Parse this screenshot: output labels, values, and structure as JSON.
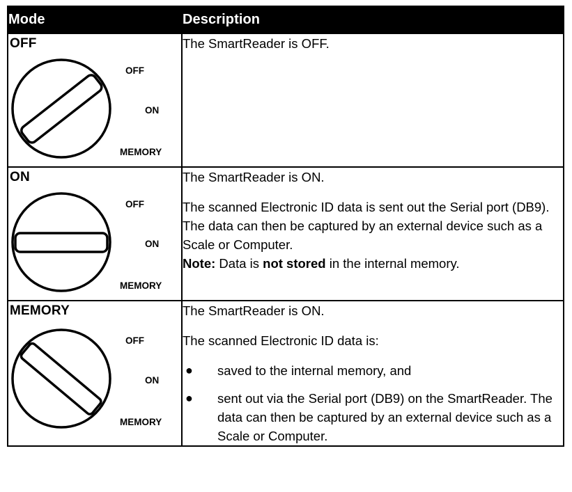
{
  "table": {
    "headers": {
      "mode": "Mode",
      "description": "Description"
    },
    "dial_labels": {
      "off": "OFF",
      "on": "ON",
      "memory": "MEMORY"
    },
    "rows": [
      {
        "mode": "OFF",
        "dial_name": "dial-switch-off",
        "dial_position": "OFF",
        "knob_angle_deg": -38,
        "paragraphs": [
          {
            "text": "The SmartReader is OFF."
          }
        ],
        "bullets": []
      },
      {
        "mode": "ON",
        "dial_name": "dial-switch-on",
        "dial_position": "ON",
        "knob_angle_deg": 0,
        "paragraphs": [
          {
            "text": "The SmartReader is ON."
          },
          {
            "text": "The scanned Electronic ID data is sent out the Serial port (DB9).  The data can then be captured by an external device such as a Scale or Computer."
          },
          {
            "prefix_bold": "Note:",
            "mid": " Data is ",
            "inline_bold": "not stored",
            "suffix": " in the internal memory."
          }
        ],
        "bullets": []
      },
      {
        "mode": "MEMORY",
        "dial_name": "dial-switch-memory",
        "dial_position": "MEMORY",
        "knob_angle_deg": 40,
        "paragraphs": [
          {
            "text": "The SmartReader is ON."
          },
          {
            "text": "The scanned Electronic ID data is:"
          }
        ],
        "bullets": [
          "saved to the internal memory, and",
          "sent out via the Serial port (DB9) on the SmartReader.  The data can then be captured by an external device such as a Scale or Computer."
        ]
      }
    ]
  },
  "colors": {
    "header_background": "#000000",
    "header_text": "#ffffff",
    "border": "#000000",
    "body_text": "#000000",
    "page_background": "#ffffff"
  }
}
